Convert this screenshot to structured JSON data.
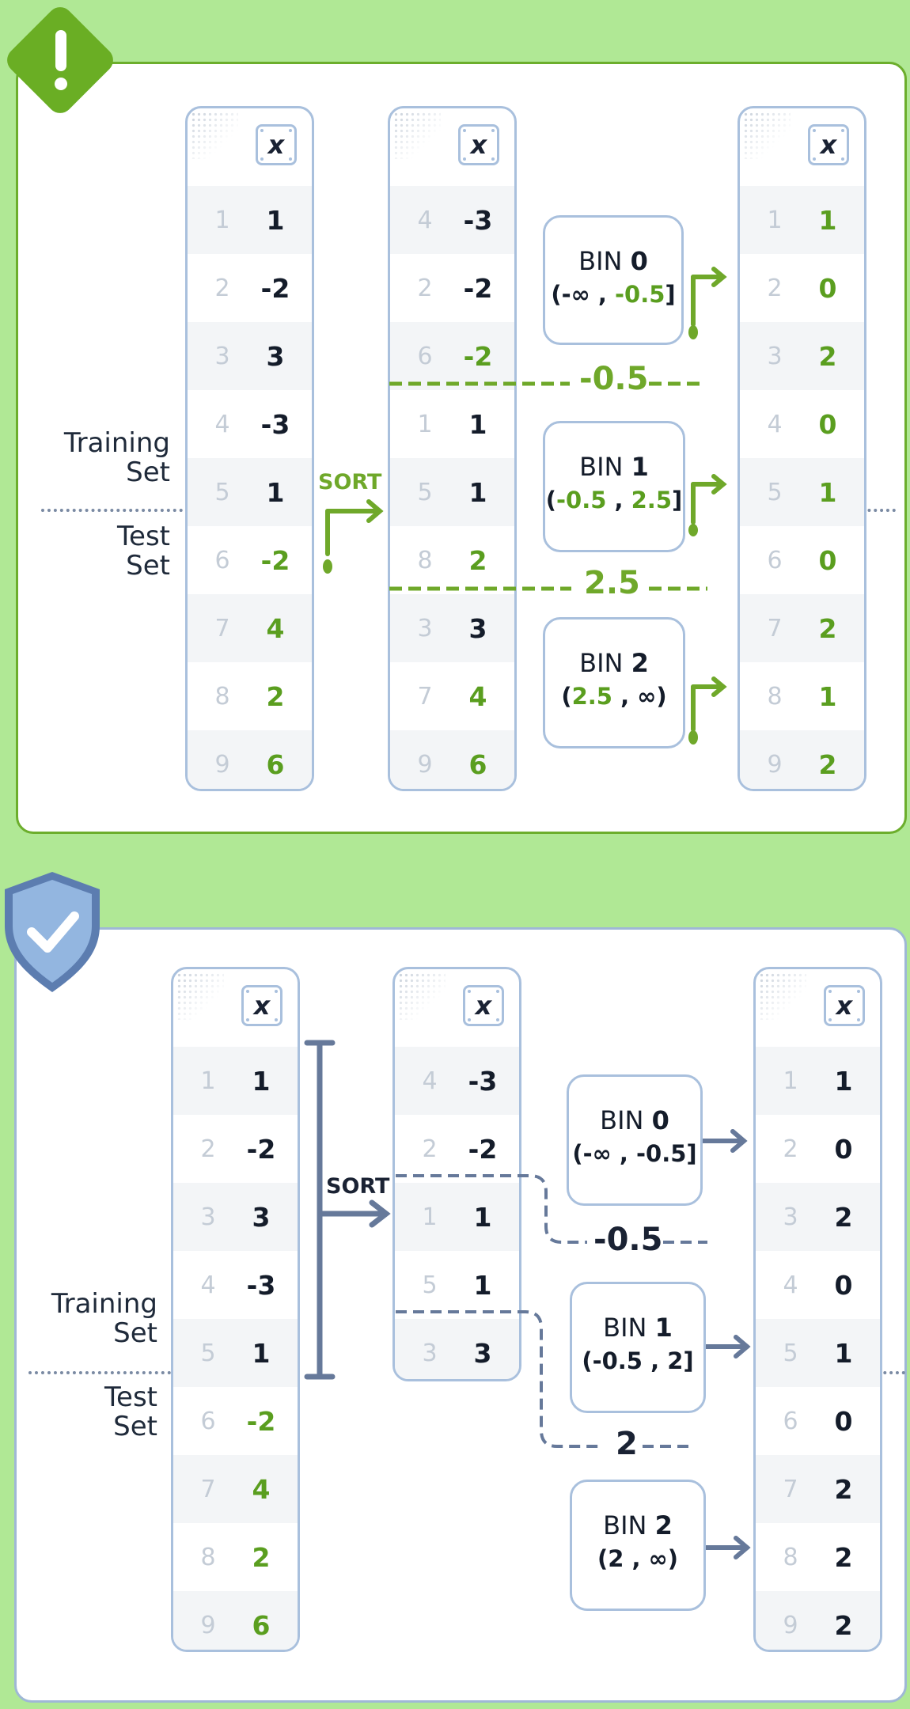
{
  "top": {
    "label_training": "Training\nSet",
    "label_test": "Test\nSet",
    "sort_label": "SORT",
    "col_header": "x",
    "col1": [
      {
        "i": "1",
        "v": "1",
        "c": "n"
      },
      {
        "i": "2",
        "v": "-2",
        "c": "n"
      },
      {
        "i": "3",
        "v": "3",
        "c": "n"
      },
      {
        "i": "4",
        "v": "-3",
        "c": "n"
      },
      {
        "i": "5",
        "v": "1",
        "c": "n"
      },
      {
        "i": "6",
        "v": "-2",
        "c": "g"
      },
      {
        "i": "7",
        "v": "4",
        "c": "g"
      },
      {
        "i": "8",
        "v": "2",
        "c": "g"
      },
      {
        "i": "9",
        "v": "6",
        "c": "g"
      }
    ],
    "col2": [
      {
        "i": "4",
        "v": "-3",
        "c": "n"
      },
      {
        "i": "2",
        "v": "-2",
        "c": "n"
      },
      {
        "i": "6",
        "v": "-2",
        "c": "g"
      },
      {
        "i": "1",
        "v": "1",
        "c": "n"
      },
      {
        "i": "5",
        "v": "1",
        "c": "n"
      },
      {
        "i": "8",
        "v": "2",
        "c": "g"
      },
      {
        "i": "3",
        "v": "3",
        "c": "n"
      },
      {
        "i": "7",
        "v": "4",
        "c": "g"
      },
      {
        "i": "9",
        "v": "6",
        "c": "g"
      }
    ],
    "col3": [
      {
        "i": "1",
        "v": "1",
        "c": "g"
      },
      {
        "i": "2",
        "v": "0",
        "c": "g"
      },
      {
        "i": "3",
        "v": "2",
        "c": "g"
      },
      {
        "i": "4",
        "v": "0",
        "c": "g"
      },
      {
        "i": "5",
        "v": "1",
        "c": "g"
      },
      {
        "i": "6",
        "v": "0",
        "c": "g"
      },
      {
        "i": "7",
        "v": "2",
        "c": "g"
      },
      {
        "i": "8",
        "v": "1",
        "c": "g"
      },
      {
        "i": "9",
        "v": "2",
        "c": "g"
      }
    ],
    "bins": [
      {
        "name": "BIN",
        "num": "0",
        "lo": "-∞",
        "hi": "-0.5",
        "open": "(",
        "close": "]"
      },
      {
        "name": "BIN",
        "num": "1",
        "lo": "-0.5",
        "hi": "2.5",
        "open": "(",
        "close": "]"
      },
      {
        "name": "BIN",
        "num": "2",
        "lo": "2.5",
        "hi": "∞",
        "open": "(",
        "close": ")"
      }
    ],
    "thresholds": [
      "-0.5",
      "2.5"
    ]
  },
  "bottom": {
    "label_training": "Training\nSet",
    "label_test": "Test\nSet",
    "sort_label": "SORT",
    "col_header": "x",
    "col1": [
      {
        "i": "1",
        "v": "1",
        "c": "n"
      },
      {
        "i": "2",
        "v": "-2",
        "c": "n"
      },
      {
        "i": "3",
        "v": "3",
        "c": "n"
      },
      {
        "i": "4",
        "v": "-3",
        "c": "n"
      },
      {
        "i": "5",
        "v": "1",
        "c": "n"
      },
      {
        "i": "6",
        "v": "-2",
        "c": "g"
      },
      {
        "i": "7",
        "v": "4",
        "c": "g"
      },
      {
        "i": "8",
        "v": "2",
        "c": "g"
      },
      {
        "i": "9",
        "v": "6",
        "c": "g"
      }
    ],
    "col2": [
      {
        "i": "4",
        "v": "-3",
        "c": "n"
      },
      {
        "i": "2",
        "v": "-2",
        "c": "n"
      },
      {
        "i": "1",
        "v": "1",
        "c": "n"
      },
      {
        "i": "5",
        "v": "1",
        "c": "n"
      },
      {
        "i": "3",
        "v": "3",
        "c": "n"
      }
    ],
    "col3": [
      {
        "i": "1",
        "v": "1",
        "c": "n"
      },
      {
        "i": "2",
        "v": "0",
        "c": "n"
      },
      {
        "i": "3",
        "v": "2",
        "c": "n"
      },
      {
        "i": "4",
        "v": "0",
        "c": "n"
      },
      {
        "i": "5",
        "v": "1",
        "c": "n"
      },
      {
        "i": "6",
        "v": "0",
        "c": "n"
      },
      {
        "i": "7",
        "v": "2",
        "c": "n"
      },
      {
        "i": "8",
        "v": "2",
        "c": "n"
      },
      {
        "i": "9",
        "v": "2",
        "c": "n"
      }
    ],
    "bins": [
      {
        "name": "BIN",
        "num": "0",
        "lo": "-∞",
        "hi": "-0.5",
        "open": "(",
        "close": "]"
      },
      {
        "name": "BIN",
        "num": "1",
        "lo": "-0.5",
        "hi": "2",
        "open": "(",
        "close": "]"
      },
      {
        "name": "BIN",
        "num": "2",
        "lo": "2",
        "hi": "∞",
        "open": "(",
        "close": ")"
      }
    ],
    "thresholds": [
      "-0.5",
      "2"
    ]
  },
  "colors": {
    "green": "#5a9e1f",
    "slate": "#6b7a96",
    "border": "#a9c0dd",
    "bg": "#b0e895"
  }
}
